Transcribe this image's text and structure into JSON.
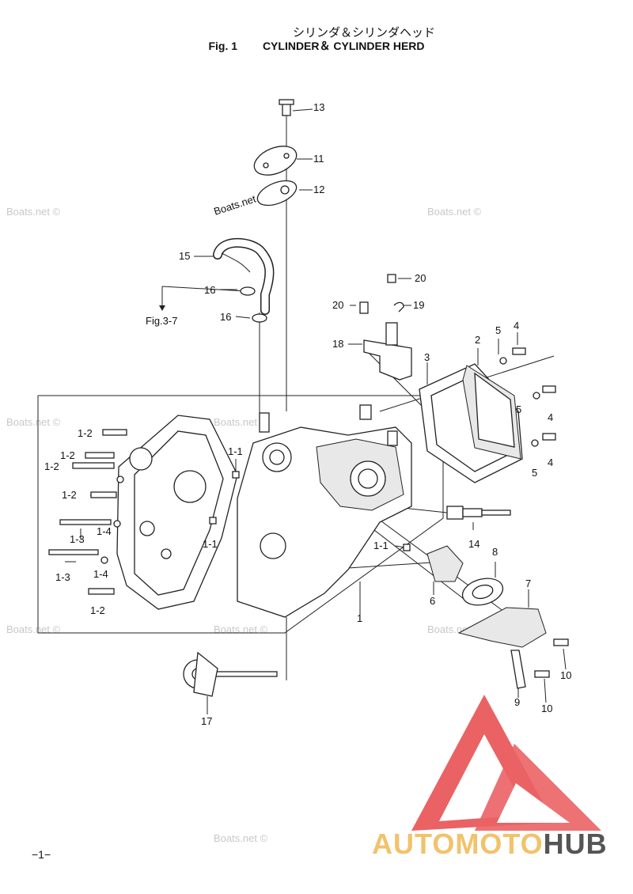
{
  "header": {
    "title_jp": "シリンダ＆シリンダヘッド",
    "fig_number": "Fig. 1",
    "fig_title": "CYLINDER＆ CYLINDER HERD"
  },
  "page_number": "−1−",
  "watermark": "Boats.net ©",
  "reference": "Fig.3-7",
  "callouts": [
    "13",
    "11",
    "12",
    "15",
    "16",
    "16",
    "20",
    "20",
    "19",
    "18",
    "3",
    "2",
    "5",
    "4",
    "4",
    "5",
    "4",
    "5",
    "1-2",
    "1-2",
    "1-2",
    "1-1",
    "1-2",
    "1-3",
    "1-4",
    "1-1",
    "1-3",
    "1-4",
    "1-2",
    "1-1",
    "14",
    "8",
    "7",
    "6",
    "1",
    "10",
    "10",
    "9",
    "17"
  ],
  "logo": {
    "part1": "AUTOMOTO",
    "part2": "HUB",
    "colors": {
      "red": "#e8474a",
      "gold": "#f2c26b",
      "grey": "#555555"
    }
  }
}
